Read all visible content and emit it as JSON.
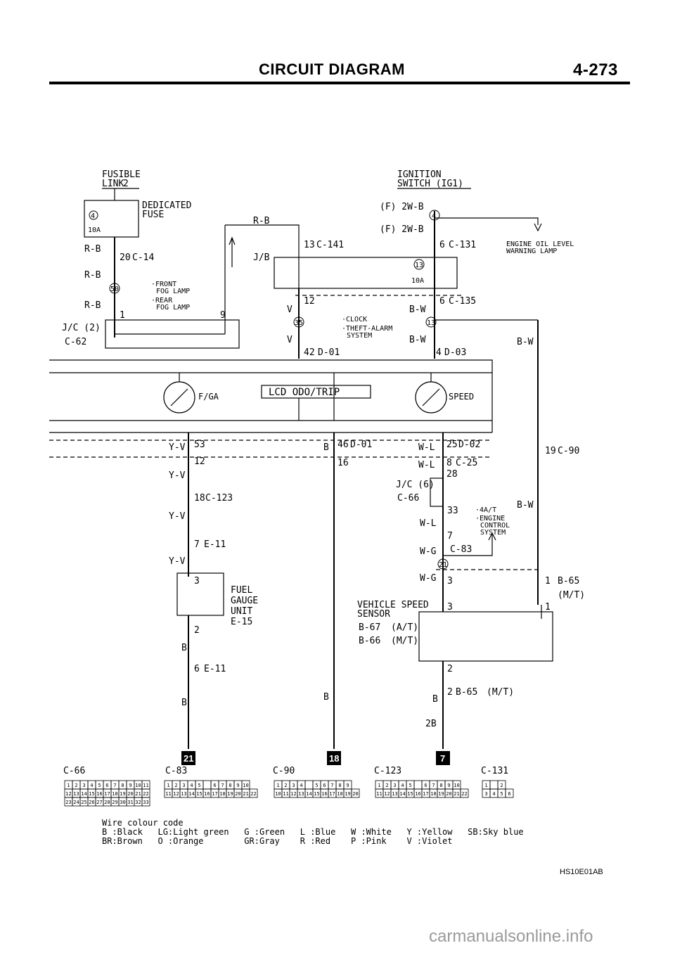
{
  "header": {
    "title": "CIRCUIT DIAGRAM",
    "page": "4-273"
  },
  "labels": {
    "fusible_link_1": "FUSIBLE",
    "fusible_link_2": "LINK",
    "fusible_num": "2",
    "dedicated_fuse_1": "DEDICATED",
    "dedicated_fuse_2": "FUSE",
    "fuse_num": "4",
    "fuse_amp": "10A",
    "rb": "R-B",
    "jb": "J/B",
    "jc2": "J/C (2)",
    "conn_20": "20",
    "c14": "C-14",
    "c50": "50",
    "front_fog_1": "·FRONT",
    "front_fog_2": "FOG LAMP",
    "rear_fog_1": "·REAR",
    "rear_fog_2": "FOG LAMP",
    "pin1": "1",
    "pin9": "9",
    "c62": "C-62",
    "ign_1": "IGNITION",
    "ign_2": "SWITCH (IG1)",
    "f2wb": "(F) 2W-B",
    "ign_conn4": "4",
    "conn_13": "13",
    "c141": "C-141",
    "conn_6": "6",
    "c131": "C-131",
    "engine_oil_1": "ENGINE OIL LEVEL",
    "engine_oil_2": "WARNING LAMP",
    "fuse13": "13",
    "fuse13_amp": "10A",
    "conn_12": "12",
    "v": "V",
    "c135": "C-135",
    "bw": "B-W",
    "c35": "35",
    "clock": "·CLOCK",
    "theft_1": "·THEFT-ALARM",
    "theft_2": "SYSTEM",
    "c13_jct": "13",
    "conn_42": "42",
    "d01": "D-01",
    "conn_4": "4",
    "d03": "D-03",
    "fga": "F/GA",
    "lcd": "LCD ODO/TRIP",
    "speed": "SPEED",
    "yv": "Y-V",
    "pin53": "53",
    "pin12": "12",
    "b": "B",
    "pin46": "46",
    "pin16": "16",
    "wl": "W-L",
    "pin25": "25",
    "d02": "D-02",
    "pin8": "8",
    "c25": "C-25",
    "pin28": "28",
    "pin19": "19",
    "c90": "C-90",
    "jc6": "J/C (6)",
    "c66": "C-66",
    "pin18": "18",
    "c123": "C-123",
    "pin33": "33",
    "at4": "·4A/T",
    "ecs_1": "·ENGINE",
    "ecs_2": "CONTROL",
    "ecs_3": "SYSTEM",
    "pin7": "7",
    "e11": "E-11",
    "c83": "C-83",
    "wg": "W-G",
    "c21": "21",
    "pin3": "3",
    "fuel_1": "FUEL",
    "fuel_2": "GAUGE",
    "fuel_3": "UNIT",
    "e15": "E-15",
    "pin2": "2",
    "b65": "B-65",
    "mt": "(M/T)",
    "at": "(A/T)",
    "vss_1": "VEHICLE SPEED",
    "vss_2": "SENSOR",
    "b67": "B-67",
    "b66": "B-66",
    "pin6": "6",
    "b2": "2B",
    "ground_21": "21",
    "ground_18": "18",
    "ground_7": "7",
    "hs_code": "HS10E01AB"
  },
  "connectors": [
    "C-66",
    "C-83",
    "C-90",
    "C-123",
    "C-131"
  ],
  "connector_pins": {
    "c66": [
      [
        "1",
        "2",
        "3",
        "4",
        "5",
        "6",
        "7",
        "8",
        "9",
        "10",
        "11"
      ],
      [
        "12",
        "13",
        "14",
        "15",
        "16",
        "17",
        "18",
        "19",
        "20",
        "21",
        "22"
      ],
      [
        "23",
        "24",
        "25",
        "26",
        "27",
        "28",
        "29",
        "30",
        "31",
        "32",
        "33"
      ]
    ],
    "c83": [
      [
        "1",
        "2",
        "3",
        "4",
        "5",
        "",
        "6",
        "7",
        "8",
        "9",
        "10"
      ],
      [
        "11",
        "12",
        "13",
        "14",
        "15",
        "16",
        "17",
        "18",
        "19",
        "20",
        "21",
        "22"
      ]
    ],
    "c90": [
      [
        "1",
        "2",
        "3",
        "4",
        "",
        "5",
        "6",
        "7",
        "8",
        "9"
      ],
      [
        "10",
        "11",
        "12",
        "13",
        "14",
        "15",
        "16",
        "17",
        "18",
        "19",
        "20"
      ]
    ],
    "c123": [
      [
        "1",
        "2",
        "3",
        "4",
        "5",
        "",
        "6",
        "7",
        "8",
        "9",
        "10"
      ],
      [
        "11",
        "12",
        "13",
        "14",
        "15",
        "16",
        "17",
        "18",
        "19",
        "20",
        "21",
        "22"
      ]
    ],
    "c131": [
      [
        "1",
        "",
        "2"
      ],
      [
        "3",
        "4",
        "5",
        "6"
      ]
    ]
  },
  "wire_colour_legend": {
    "line1": "Wire colour code",
    "line2": "B :Black   LG:Light green   G :Green   L :Blue   W :White   Y :Yellow   SB:Sky blue",
    "line3": "BR:Brown   O :Orange        GR:Gray    R :Red    P :Pink    V :Violet"
  },
  "watermark": "carmanualsonline.info"
}
